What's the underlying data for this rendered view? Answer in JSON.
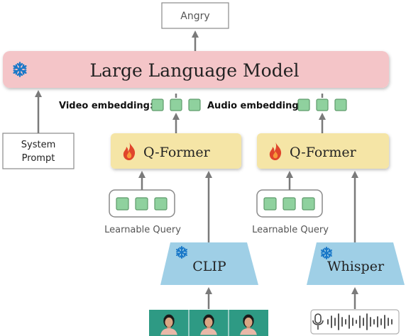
{
  "output": {
    "label": "Angry"
  },
  "llm": {
    "title": "Large Language Model",
    "frozen_icon": "snowflake-icon"
  },
  "system_prompt": {
    "line1": "System",
    "line2": "Prompt"
  },
  "video_embedding": {
    "label": "Video embedding:",
    "token_count": 3
  },
  "audio_embedding": {
    "label": "Audio embedding:",
    "token_count": 3
  },
  "qformer_video": {
    "label": "Q-Former",
    "trainable_icon": "flame-icon"
  },
  "qformer_audio": {
    "label": "Q-Former",
    "trainable_icon": "flame-icon"
  },
  "learnable_query_video": {
    "label": "Learnable Query",
    "token_count": 3
  },
  "learnable_query_audio": {
    "label": "Learnable Query",
    "token_count": 3
  },
  "clip_encoder": {
    "label": "CLIP",
    "frozen_icon": "snowflake-icon"
  },
  "whisper_encoder": {
    "label": "Whisper",
    "frozen_icon": "snowflake-icon"
  },
  "video_input": {
    "frame_count": 3
  },
  "audio_input": {
    "icon": "microphone-icon"
  },
  "colors": {
    "llm_fill": "#f4c5c8",
    "qformer_fill": "#f5e5a6",
    "encoder_fill": "#9fcfe6",
    "token_fill": "#8fd19e",
    "token_stroke": "#5e9b6b",
    "frame_bg": "#2e9a84",
    "arrow": "#7a7a7a",
    "snowflake": "#1a78c8",
    "flame": "#e0452b"
  }
}
